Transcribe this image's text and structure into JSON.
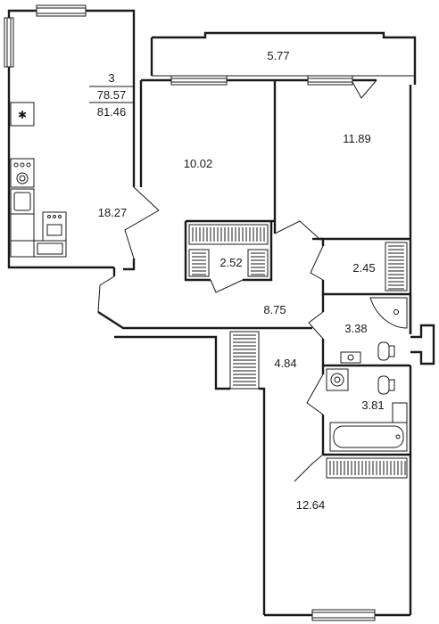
{
  "apartment": {
    "rooms_count": "3",
    "living_area": "78.57",
    "total_area": "81.46"
  },
  "rooms": [
    {
      "id": "kitchen-living",
      "area": "18.27"
    },
    {
      "id": "balcony",
      "area": "5.77"
    },
    {
      "id": "bedroom-1",
      "area": "10.02"
    },
    {
      "id": "bedroom-2",
      "area": "11.89"
    },
    {
      "id": "closet-1",
      "area": "2.52"
    },
    {
      "id": "closet-2",
      "area": "2.45"
    },
    {
      "id": "hall",
      "area": "8.75"
    },
    {
      "id": "bathroom",
      "area": "3.38"
    },
    {
      "id": "corridor",
      "area": "4.84"
    },
    {
      "id": "toilet",
      "area": "3.81"
    },
    {
      "id": "bedroom-3",
      "area": "12.64"
    }
  ]
}
